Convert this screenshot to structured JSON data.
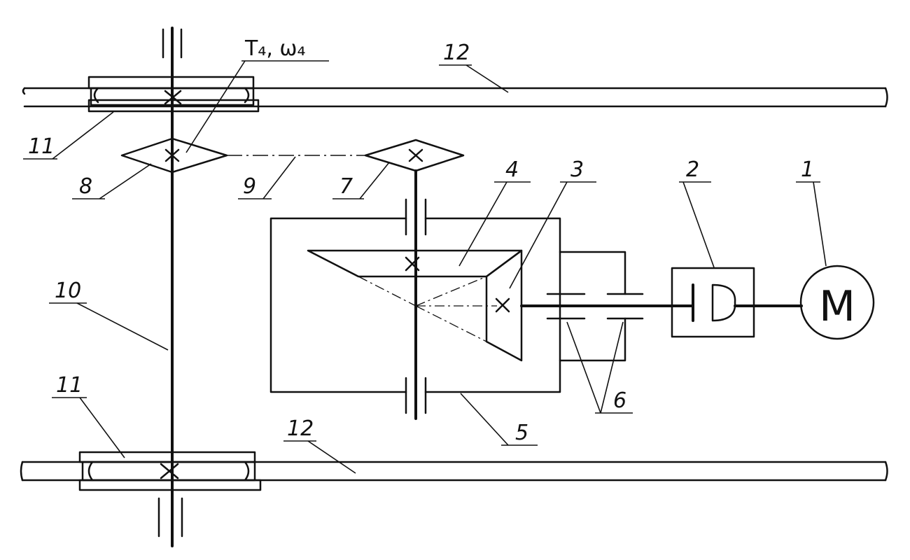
{
  "labels": {
    "motor": "1",
    "coupling": "2",
    "bevel_pinion": "3",
    "bevel_wheel": "4",
    "gearbox_housing": "5",
    "bearings": "6",
    "sprocket_driver": "7",
    "sprocket_driven": "8",
    "chain": "9",
    "axle_shaft": "10",
    "wheel_top": "11",
    "wheel_bottom": "11",
    "rail_top": "12",
    "rail_bottom": "12",
    "torque_speed": "T₄, ω₄",
    "motor_symbol": "M"
  }
}
